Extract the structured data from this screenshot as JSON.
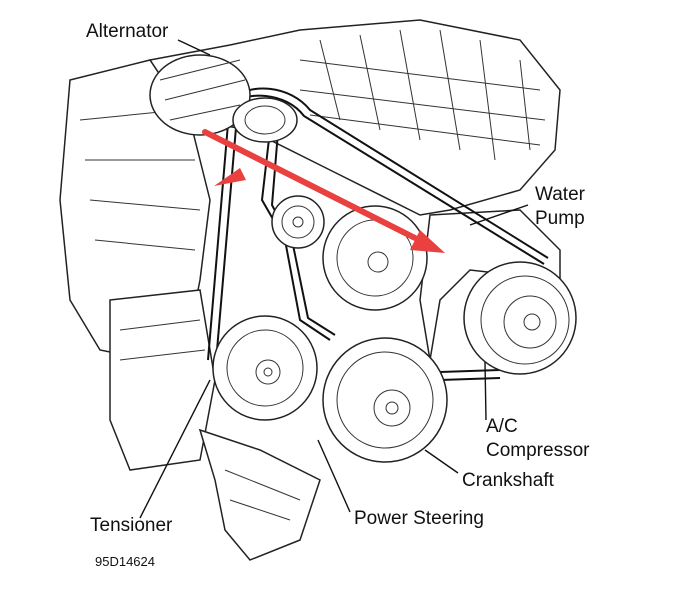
{
  "labels": {
    "alternator": "Alternator",
    "water_pump_line1": "Water",
    "water_pump_line2": "Pump",
    "ac_line1": "A/C",
    "ac_line2": "Compressor",
    "crankshaft": "Crankshaft",
    "power_steering": "Power Steering",
    "tensioner": "Tensioner",
    "figure_code": "95D14624"
  },
  "colors": {
    "arrow": "#e8413f",
    "ink": "#111111",
    "background": "#ffffff"
  }
}
